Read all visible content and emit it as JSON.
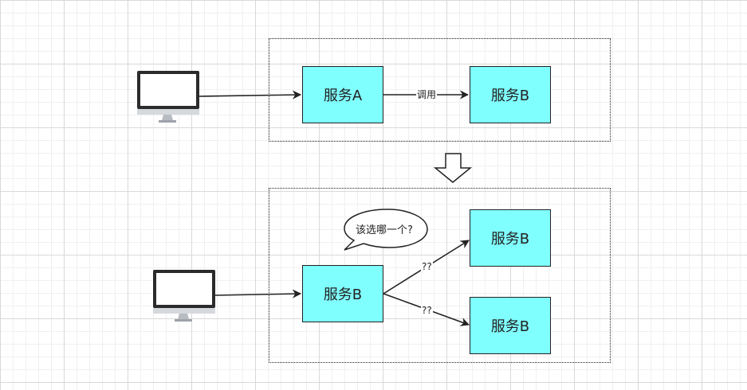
{
  "top": {
    "service_a": "服务A",
    "service_b": "服务B",
    "call_label": "调用"
  },
  "bottom": {
    "service_src": "服务B",
    "service_up": "服务B",
    "service_down": "服务B",
    "question_up": "??",
    "question_down": "??",
    "bubble_text": "该选哪一个?"
  },
  "colors": {
    "node_fill": "#80ffff",
    "stroke": "#222222"
  }
}
